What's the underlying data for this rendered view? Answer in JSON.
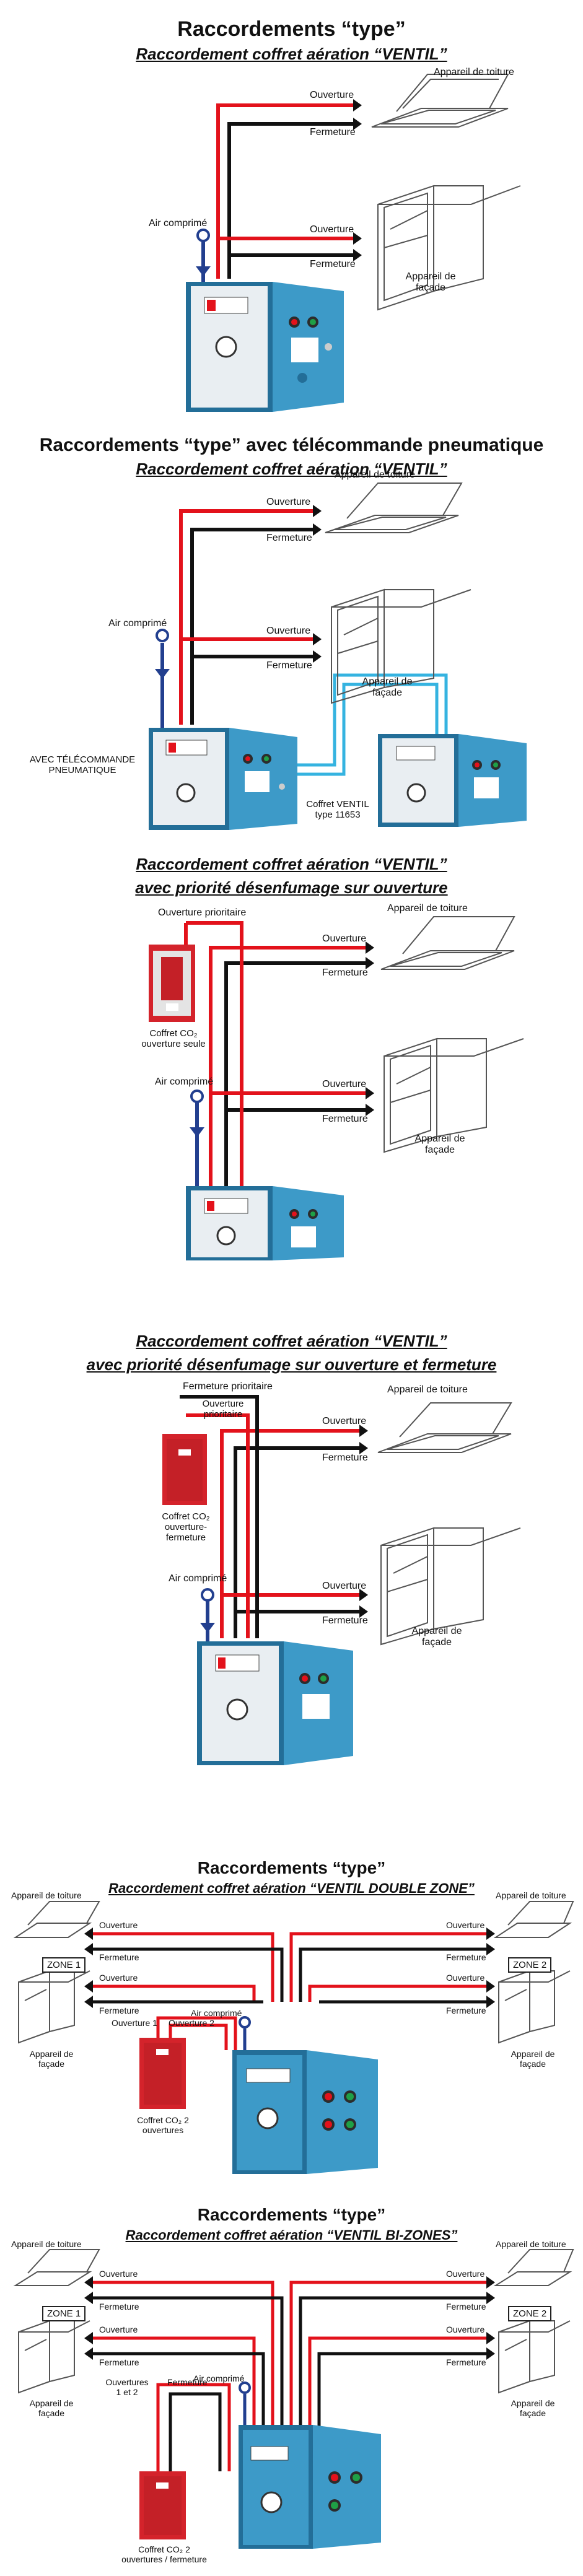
{
  "colors": {
    "red": "#e3121b",
    "black": "#111111",
    "blue": "#223f8f",
    "cabinet": "#3d9ac8",
    "cabinet_dark": "#236e98",
    "co2": "#d4232b",
    "cyan": "#35b3e0"
  },
  "s1": {
    "title": "Raccordements “type”",
    "subtitle": "Raccordement coffret aération “VENTIL”",
    "appareil_toiture": "Appareil de toiture",
    "ouverture_1": "Ouverture",
    "fermeture_1": "Fermeture",
    "air": "Air comprimé",
    "ouverture_2": "Ouverture",
    "fermeture_2": "Fermeture",
    "appareil_facade": "Appareil de façade"
  },
  "s2": {
    "title": "Raccordements “type” avec télécommande pneumatique",
    "subtitle": "Raccordement coffret aération “VENTIL”",
    "appareil_toiture": "Appareil de toiture",
    "ouverture_1": "Ouverture",
    "fermeture_1": "Fermeture",
    "air": "Air comprimé",
    "ouverture_2": "Ouverture",
    "fermeture_2": "Fermeture",
    "appareil_facade": "Appareil de façade",
    "avec_tele": "AVEC TÉLÉCOMMANDE PNEUMATIQUE",
    "coffret_ventil": "Coffret VENTIL type 11653"
  },
  "s3": {
    "title_line1": "Raccordement coffret aération “VENTIL”",
    "title_line2": "avec priorité désenfumage sur ouverture",
    "ouverture_prioritaire": "Ouverture prioritaire",
    "appareil_toiture": "Appareil de toiture",
    "ouverture_1": "Ouverture",
    "fermeture_1": "Fermeture",
    "coffret_co2": "Coffret CO₂ ouverture seule",
    "air": "Air comprimé",
    "ouverture_2": "Ouverture",
    "fermeture_2": "Fermeture",
    "appareil_facade": "Appareil de façade"
  },
  "s4": {
    "title_line1": "Raccordement coffret aération “VENTIL”",
    "title_line2": "avec priorité désenfumage sur ouverture et fermeture",
    "fermeture_prioritaire": "Fermeture prioritaire",
    "ouverture_prioritaire": "Ouverture prioritaire",
    "appareil_toiture": "Appareil de toiture",
    "ouverture_1": "Ouverture",
    "fermeture_1": "Fermeture",
    "coffret_co2": "Coffret CO₂ ouverture-fermeture",
    "air": "Air comprimé",
    "ouverture_2": "Ouverture",
    "fermeture_2": "Fermeture",
    "appareil_facade": "Appareil de façade"
  },
  "s5": {
    "title": "Raccordements “type”",
    "subtitle": "Raccordement coffret aération “VENTIL DOUBLE ZONE”",
    "appareil_toiture_l": "Appareil de toiture",
    "appareil_toiture_r": "Appareil de toiture",
    "ouverture_l1": "Ouverture",
    "fermeture_l1": "Fermeture",
    "ouverture_r1": "Ouverture",
    "fermeture_r1": "Fermeture",
    "zone1": "ZONE 1",
    "zone2": "ZONE 2",
    "ouverture_l2": "Ouverture",
    "fermeture_l2": "Fermeture",
    "ouverture_r2": "Ouverture",
    "fermeture_r2": "Fermeture",
    "air": "Air comprimé",
    "ouverture_1_lbl": "Ouverture 1",
    "ouverture_2_lbl": "Ouverture 2",
    "coffret_co2": "Coffret CO₂ 2 ouvertures",
    "appareil_facade_l": "Appareil de façade",
    "appareil_facade_r": "Appareil de façade"
  },
  "s6": {
    "title": "Raccordements “type”",
    "subtitle": "Raccordement coffret aération “VENTIL BI-ZONES”",
    "appareil_toiture_l": "Appareil de toiture",
    "appareil_toiture_r": "Appareil de toiture",
    "ouverture_l1": "Ouverture",
    "fermeture_l1": "Fermeture",
    "ouverture_r1": "Ouverture",
    "fermeture_r1": "Fermeture",
    "zone1": "ZONE 1",
    "zone2": "ZONE 2",
    "ouverture_l2": "Ouverture",
    "fermeture_l2": "Fermeture",
    "ouverture_r2": "Ouverture",
    "fermeture_r2": "Fermeture",
    "ouvertures_1_2": "Ouvertures 1 et 2",
    "fermeture_lbl": "Fermeture",
    "air": "Air comprimé",
    "coffret_co2": "Coffret CO₂ 2 ouvertures / fermeture",
    "appareil_facade_l": "Appareil de façade",
    "appareil_facade_r": "Appareil de façade"
  }
}
